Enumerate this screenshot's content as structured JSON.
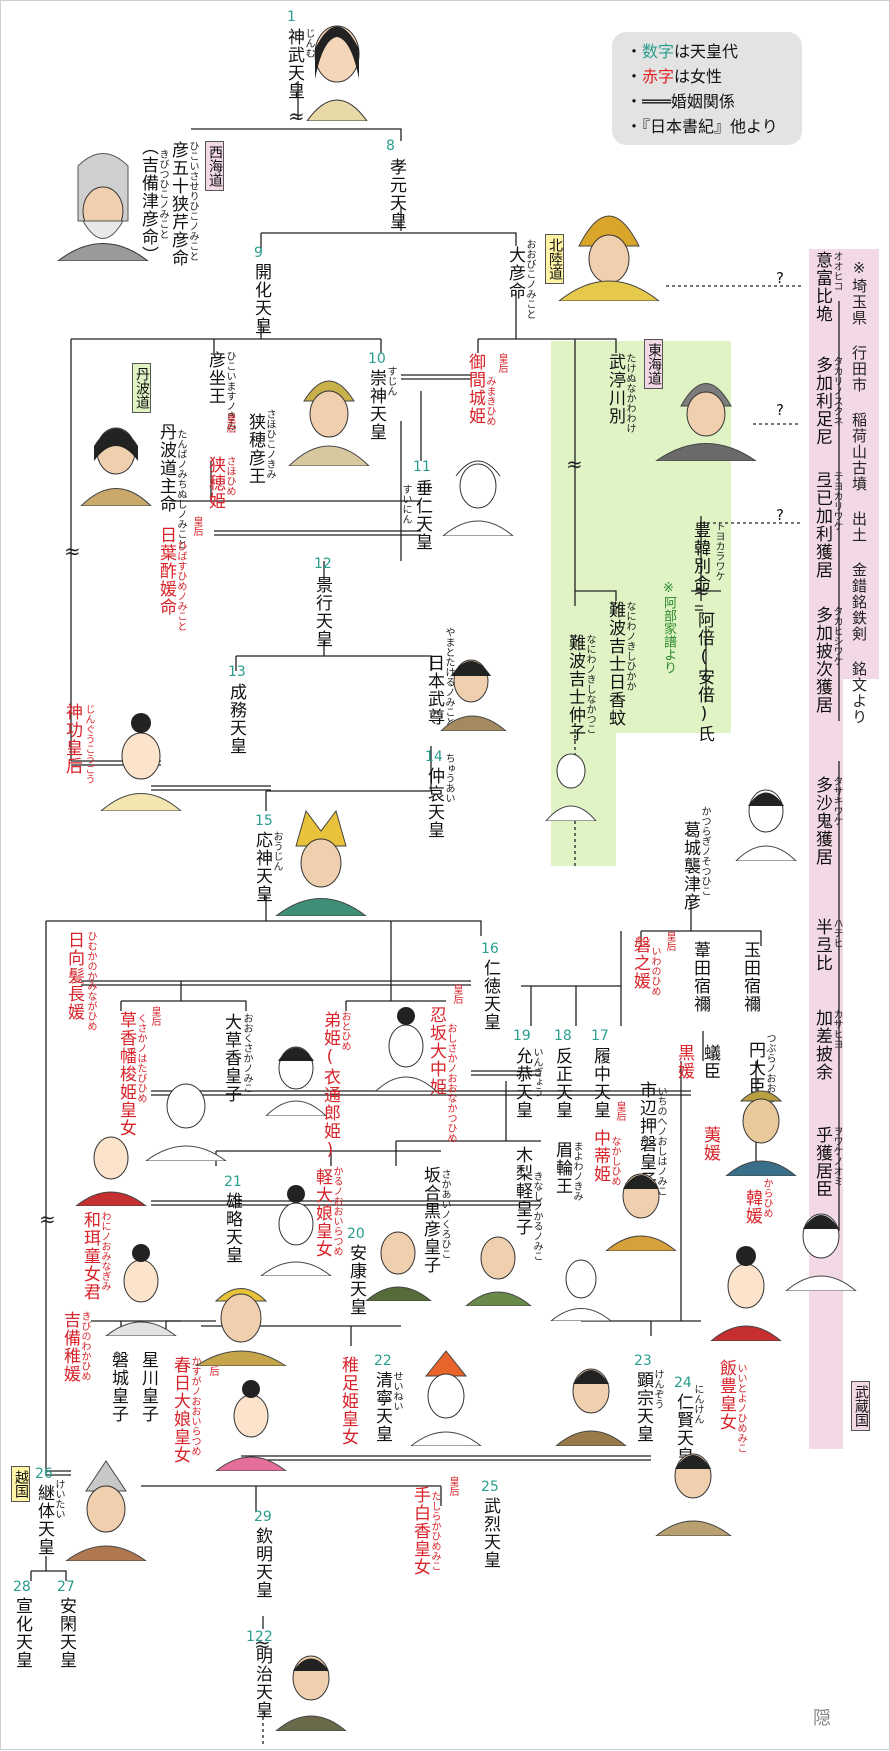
{
  "legend": {
    "line1_a": "数字",
    "line1_b": "は天皇代",
    "line2_a": "赤字",
    "line2_b": "は女性",
    "line3": "═══婚姻関係",
    "line4": "『日本書紀』他より"
  },
  "colors": {
    "number": "#2a9d8f",
    "female": "#d8232a",
    "pink_band": "#f3d9e6",
    "green_band": "#dff3c4"
  },
  "regions": {
    "saikaido": "西海道",
    "hokurikudo": "北陸道",
    "tokaido": "東海道",
    "tanbado": "丹波道",
    "musashi": "武蔵国",
    "echizen": "越国"
  },
  "notes": {
    "inariyama": "※埼玉県 行田市 稲荷山古墳 出土 金錯銘鉄剣 銘文より",
    "abe": "※阿部家譜より"
  },
  "kogo_label": "皇后",
  "question": "?",
  "people": [
    {
      "id": "jimmu",
      "num": "1",
      "name": "神武天皇",
      "ruby": "じんむ"
    },
    {
      "id": "hikoisaseri",
      "name": "彦五十狭芹彦命",
      "ruby": "ひこいさせりひこノみこと"
    },
    {
      "id": "kibitsuhiko",
      "name": "（吉備津彦命）",
      "ruby": "きびつひこノみこと"
    },
    {
      "id": "kogen",
      "num": "8",
      "name": "孝元天皇"
    },
    {
      "id": "kaika",
      "num": "9",
      "name": "開化天皇"
    },
    {
      "id": "ohiko",
      "name": "大彦命",
      "ruby": "おおびこノみこと"
    },
    {
      "id": "mimaki",
      "name": "御間城姫",
      "ruby": "みまきひめ",
      "female": true
    },
    {
      "id": "sujin",
      "num": "10",
      "name": "崇神天皇",
      "ruby": "すじん"
    },
    {
      "id": "hikoimasu",
      "name": "彦坐王",
      "ruby": "ひこいますノきみ"
    },
    {
      "id": "sahohiko",
      "name": "狭穂彦王",
      "ruby": "さほひこノきみ"
    },
    {
      "id": "sahohime",
      "name": "狭穂姫",
      "ruby": "さほひめ",
      "female": true
    },
    {
      "id": "tanbamichinushi",
      "name": "丹波道主命",
      "ruby": "たんばノみちぬしノみこと"
    },
    {
      "id": "hibasuhime",
      "name": "日葉酢媛命",
      "ruby": "ひばすひめノみこと",
      "female": true
    },
    {
      "id": "suinin",
      "num": "11",
      "name": "垂仁天皇",
      "ruby": "すいにん"
    },
    {
      "id": "takenunakawawake",
      "name": "武渟川別",
      "ruby": "たけぬなかわわけ"
    },
    {
      "id": "keiko",
      "num": "12",
      "name": "景行天皇"
    },
    {
      "id": "seimu",
      "num": "13",
      "name": "成務天皇"
    },
    {
      "id": "yamatotakeru",
      "name": "日本武尊",
      "ruby": "やまとたけるノみこと"
    },
    {
      "id": "chuai",
      "num": "14",
      "name": "仲哀天皇",
      "ruby": "ちゅうあい"
    },
    {
      "id": "jingu",
      "name": "神功皇后",
      "ruby": "じんぐうこうごう",
      "female": true
    },
    {
      "id": "ojin",
      "num": "15",
      "name": "応神天皇",
      "ruby": "おうじん"
    },
    {
      "id": "toyokawake",
      "name": "豊韓別命",
      "ruby": "トヨカラワケ"
    },
    {
      "id": "abeshi",
      "name": "阿倍(安倍)氏"
    },
    {
      "id": "hikaka",
      "name": "難波吉士日香蚊",
      "ruby": "なにわノきしひかか"
    },
    {
      "id": "nakatsuko",
      "name": "難波吉士仲子",
      "ruby": "なにわノきしなかつこ"
    },
    {
      "id": "ohohiko",
      "name": "意富比垝",
      "ruby": "オオヒコ"
    },
    {
      "id": "takarisukune",
      "name": "多加利足尼",
      "ruby": "タカリノスクネ"
    },
    {
      "id": "teyokariwake",
      "name": "弖已加利獲居",
      "ruby": "テヨカリワケ"
    },
    {
      "id": "takahishiwake",
      "name": "多加披次獲居",
      "ruby": "タカヒシワケ"
    },
    {
      "id": "tasakiwake",
      "name": "多沙鬼獲居",
      "ruby": "タサキワケ"
    },
    {
      "id": "hatehi",
      "name": "半弖比",
      "ruby": "ハテヒ"
    },
    {
      "id": "kasahiyo",
      "name": "加差披余",
      "ruby": "カサヒヨ"
    },
    {
      "id": "owake",
      "name": "乎獲居臣",
      "ruby": "ヲワケノオミ"
    },
    {
      "id": "katsuragi",
      "name": "葛城襲津彦",
      "ruby": "かつらぎノそつひこ"
    },
    {
      "id": "iwanohime",
      "name": "磐之媛",
      "ruby": "いわのひめ",
      "female": true
    },
    {
      "id": "asitasukune",
      "name": "葦田宿禰"
    },
    {
      "id": "tamatasukune",
      "name": "玉田宿禰"
    },
    {
      "id": "nintoku",
      "num": "16",
      "name": "仁徳天皇"
    },
    {
      "id": "himukanokaminaga",
      "name": "日向髪長媛",
      "ruby": "ひむかのかみながひめ",
      "female": true
    },
    {
      "id": "kusakanohata",
      "name": "草香幡梭姫皇女",
      "ruby": "くさかノはたびひめ",
      "female": true
    },
    {
      "id": "okusaka",
      "name": "大草香皇子",
      "ruby": "おおくさかノみこ"
    },
    {
      "id": "ototohime",
      "name": "弟姫(衣通郎姫)",
      "ruby": "おとひめ",
      "female": true
    },
    {
      "id": "osakanoonakatsu",
      "name": "忍坂大中姫",
      "ruby": "おしさかノおおなかつひめ",
      "female": true
    },
    {
      "id": "ingyo",
      "num": "19",
      "name": "允恭天皇",
      "ruby": "いんぎょう"
    },
    {
      "id": "hanzei",
      "num": "18",
      "name": "反正天皇"
    },
    {
      "id": "richu",
      "num": "17",
      "name": "履中天皇"
    },
    {
      "id": "kurohime",
      "name": "黒媛",
      "female": true
    },
    {
      "id": "ari",
      "name": "蟻臣"
    },
    {
      "id": "tsubura",
      "name": "円大臣",
      "ruby": "つぶらノおおおみ"
    },
    {
      "id": "ichinobe",
      "name": "市辺押磐皇子",
      "ruby": "いちのへノおしはノみこ"
    },
    {
      "id": "haehime",
      "name": "荑媛",
      "female": true
    },
    {
      "id": "nakashihime",
      "name": "中蒂姫",
      "ruby": "なかしひめ",
      "female": true
    },
    {
      "id": "mayowa",
      "name": "眉輪王",
      "ruby": "まよわノきみ"
    },
    {
      "id": "kinashikaru",
      "name": "木梨軽皇子",
      "ruby": "きなしノかるノみこ"
    },
    {
      "id": "sakaai",
      "name": "坂合黒彦皇子",
      "ruby": "さかあいノくろひこ"
    },
    {
      "id": "karunooiratsume",
      "name": "軽大娘皇女",
      "ruby": "かるノおおいらつめ",
      "female": true
    },
    {
      "id": "anko",
      "num": "20",
      "name": "安康天皇"
    },
    {
      "id": "yuryaku",
      "num": "21",
      "name": "雄略天皇"
    },
    {
      "id": "karahime",
      "name": "韓媛",
      "ruby": "からひめ",
      "female": true
    },
    {
      "id": "wanioominagimi",
      "name": "和珥童女君",
      "ruby": "わにノおみなぎみ",
      "female": true
    },
    {
      "id": "kibiwakahime",
      "name": "吉備稚媛",
      "ruby": "きびのわかひめ",
      "female": true
    },
    {
      "id": "iwaki",
      "name": "磐城皇子"
    },
    {
      "id": "hoshikawa",
      "name": "星川皇子"
    },
    {
      "id": "kasuganooiratsume",
      "name": "春日大娘皇女",
      "ruby": "かすがノおおいらつめ",
      "female": true
    },
    {
      "id": "wakatarashi",
      "name": "稚足姫皇女",
      "female": true
    },
    {
      "id": "seinei",
      "num": "22",
      "name": "清寧天皇",
      "ruby": "せいねい"
    },
    {
      "id": "kenzo",
      "num": "23",
      "name": "顕宗天皇",
      "ruby": "けんぞう"
    },
    {
      "id": "ninken",
      "num": "24",
      "name": "仁賢天皇",
      "ruby": "にんけん"
    },
    {
      "id": "iitoyo",
      "name": "飯豊皇女",
      "ruby": "いいとよノひめみこ",
      "female": true
    },
    {
      "id": "keitai",
      "num": "26",
      "name": "継体天皇",
      "ruby": "けいたい"
    },
    {
      "id": "tashiraka",
      "name": "手白香皇女",
      "ruby": "たしらかひめみこ",
      "female": true
    },
    {
      "id": "buretsu",
      "num": "25",
      "name": "武烈天皇"
    },
    {
      "id": "kinmei",
      "num": "29",
      "name": "欽明天皇"
    },
    {
      "id": "senka",
      "num": "28",
      "name": "宣化天皇"
    },
    {
      "id": "ankan",
      "num": "27",
      "name": "安閑天皇"
    },
    {
      "id": "meiji",
      "num": "122",
      "name": "明治天皇"
    }
  ],
  "signature": "隠"
}
